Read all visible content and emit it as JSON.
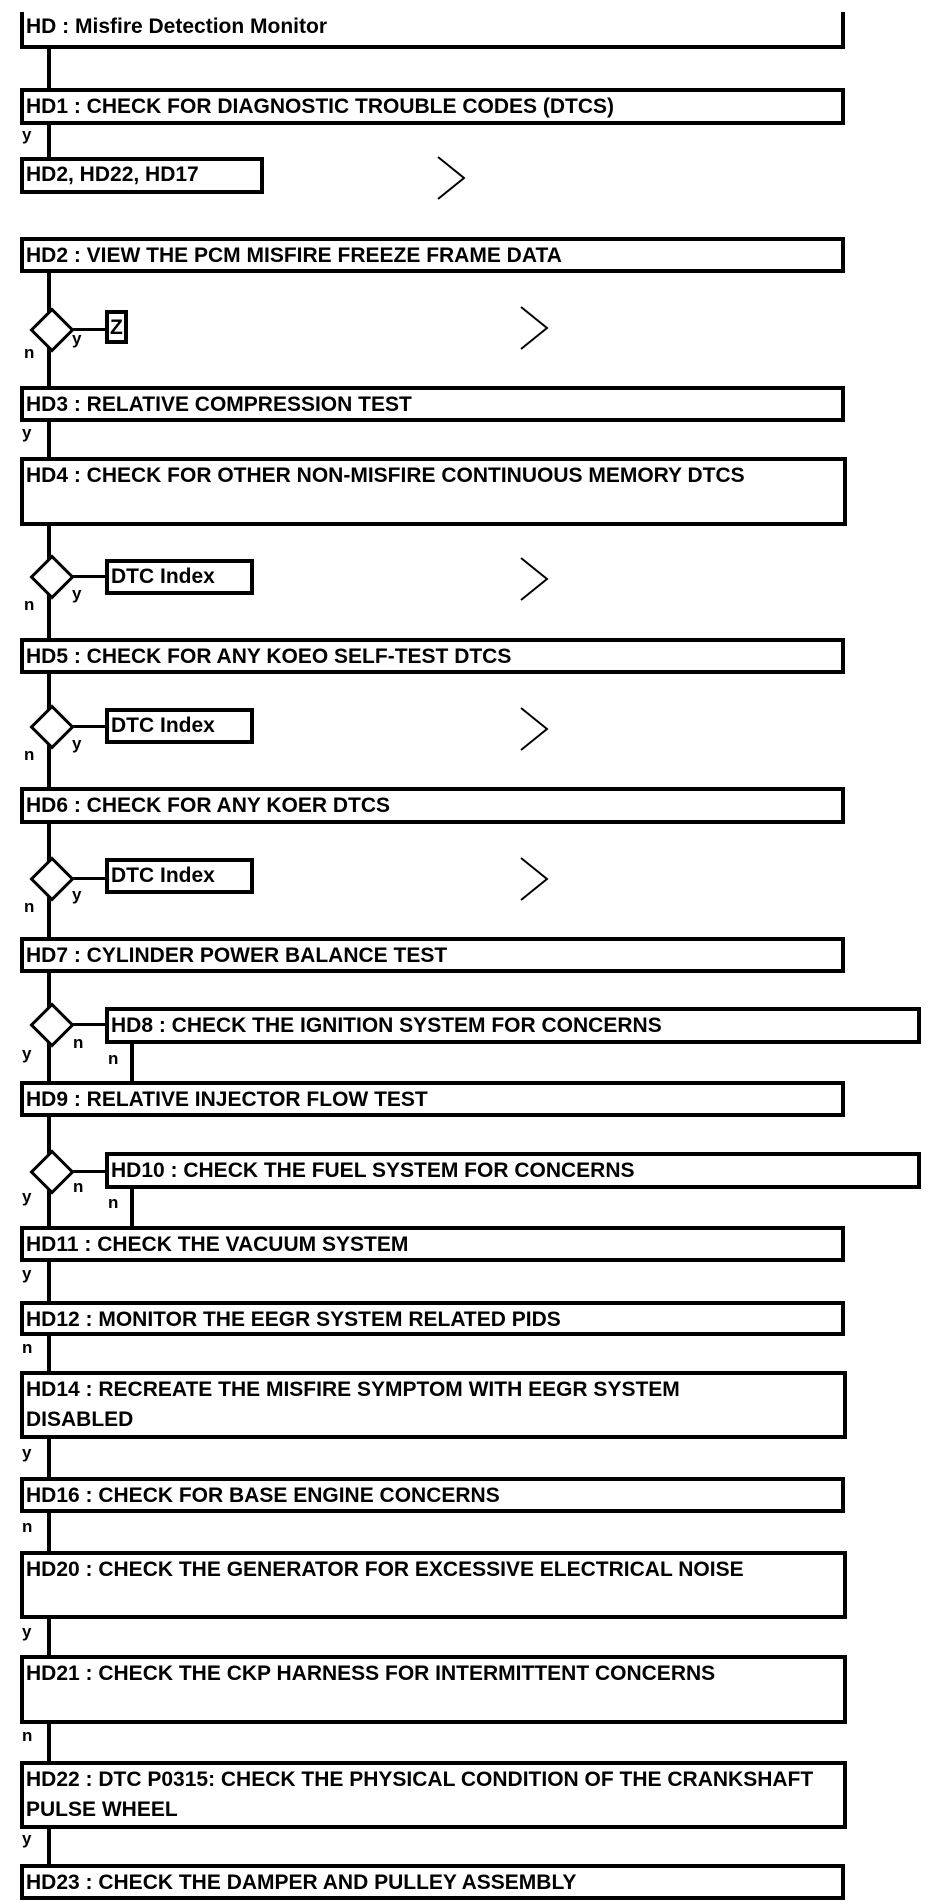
{
  "title": "HD : Misfire Detection Monitor",
  "steps": {
    "hd1": "HD1 : CHECK FOR DIAGNOSTIC TROUBLE CODES (DTCS)",
    "hd2": "HD2 : VIEW THE PCM MISFIRE FREEZE FRAME DATA",
    "hd3": "HD3 : RELATIVE COMPRESSION TEST",
    "hd4": "HD4 : CHECK FOR OTHER NON-MISFIRE CONTINUOUS MEMORY DTCS",
    "hd5": "HD5 : CHECK FOR ANY KOEO SELF-TEST DTCS",
    "hd6": "HD6 : CHECK FOR ANY KOER DTCS",
    "hd7": "HD7 : CYLINDER POWER BALANCE TEST",
    "hd8": "HD8 : CHECK THE IGNITION SYSTEM FOR CONCERNS",
    "hd9": "HD9 : RELATIVE INJECTOR FLOW TEST",
    "hd10": "HD10 : CHECK THE FUEL SYSTEM FOR CONCERNS",
    "hd11": "HD11 : CHECK THE VACUUM SYSTEM",
    "hd12": "HD12 : MONITOR THE EEGR SYSTEM RELATED PIDS",
    "hd14": "HD14 : RECREATE THE MISFIRE SYMPTOM WITH EEGR SYSTEM DISABLED",
    "hd16": "HD16 : CHECK FOR BASE ENGINE CONCERNS",
    "hd20": "HD20 : CHECK THE GENERATOR FOR EXCESSIVE ELECTRICAL NOISE",
    "hd21": "HD21 : CHECK THE CKP HARNESS FOR INTERMITTENT CONCERNS",
    "hd22": "HD22 : DTC P0315: CHECK THE PHYSICAL CONDITION OF THE CRANKSHAFT PULSE WHEEL",
    "hd23": "HD23 : CHECK THE DAMPER AND PULLEY ASSEMBLY"
  },
  "links": {
    "hd1_yes": "HD2, HD22, HD17",
    "hd2_yes": "Z",
    "dtc_index": "DTC Index"
  },
  "labels": {
    "yes": "y",
    "no": "n"
  },
  "icons": {
    "chevron": "chevron-right-icon",
    "decision": "diamond-icon"
  }
}
